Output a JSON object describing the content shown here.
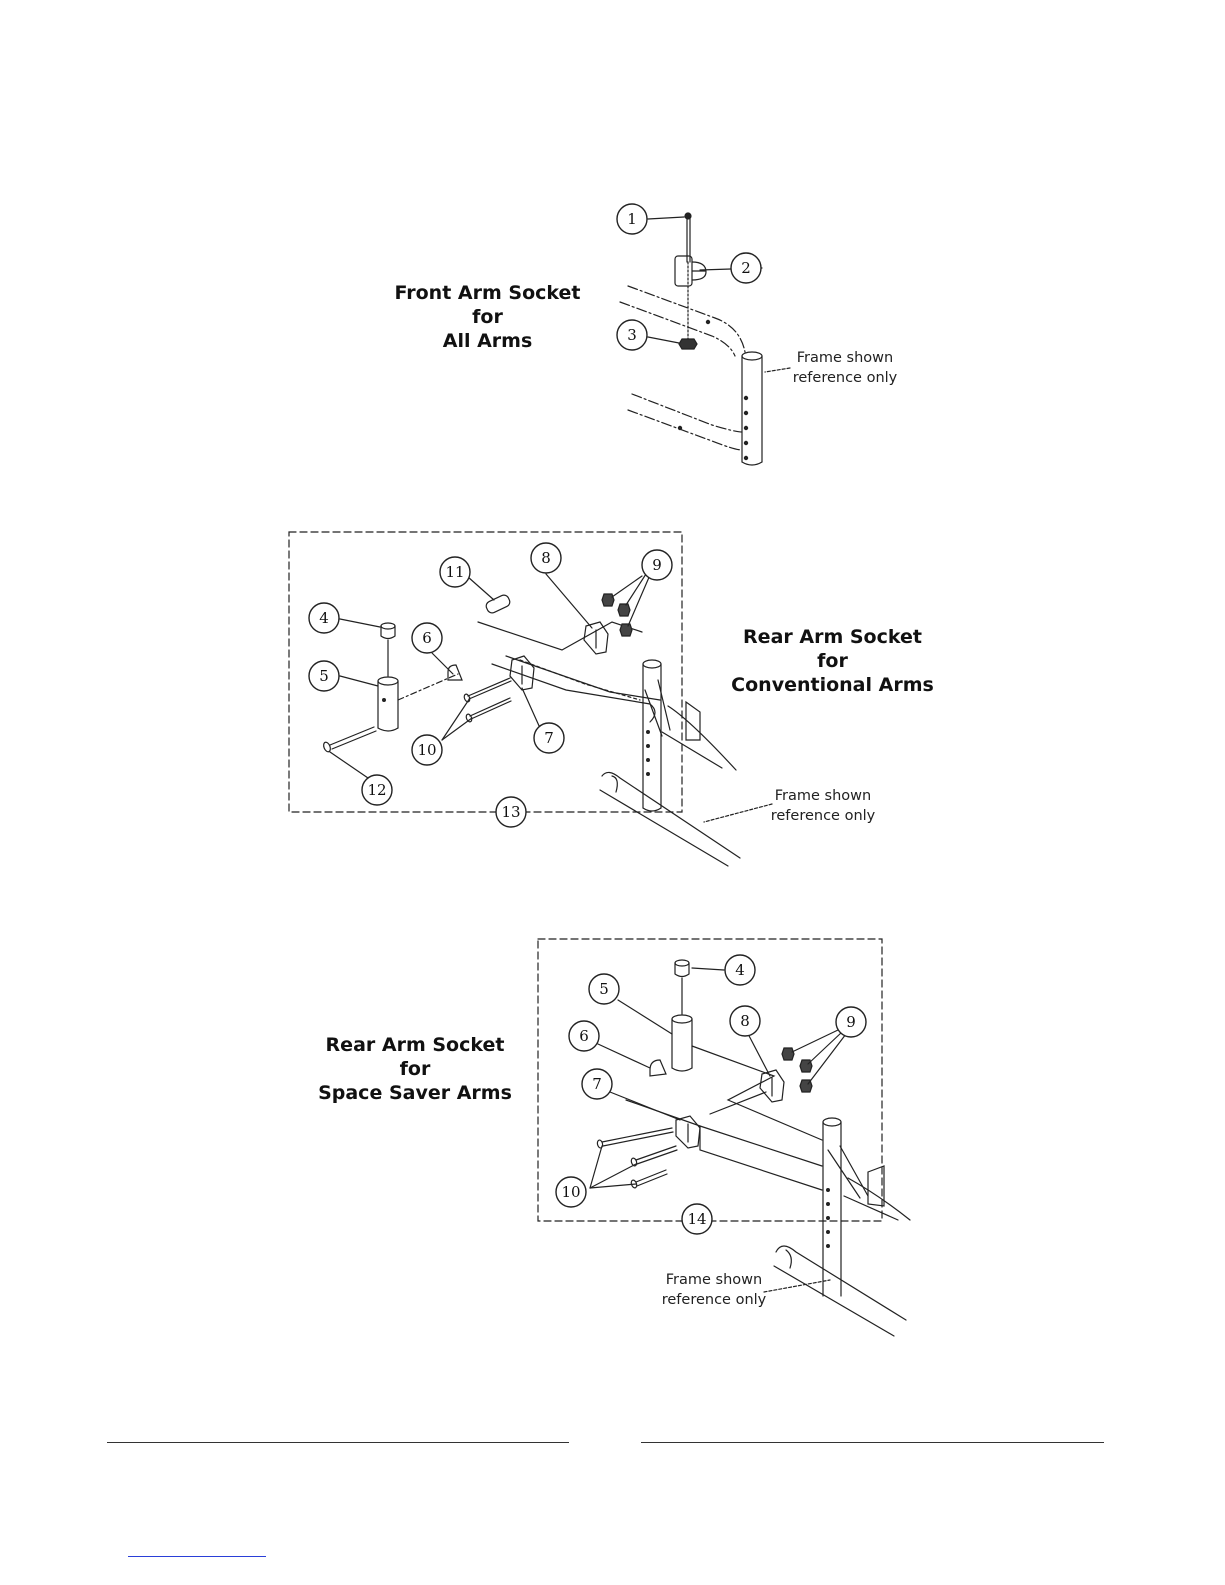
{
  "headings": {
    "front": [
      "Front  Arm Socket",
      "for",
      "All Arms"
    ],
    "rear_conventional": [
      "Rear Arm Socket",
      "for",
      "Conventional Arms"
    ],
    "rear_space_saver": [
      "Rear Arm Socket",
      "for",
      "Space Saver Arms"
    ]
  },
  "frame_note": [
    "Frame shown",
    "reference only"
  ],
  "callouts": {
    "front": [
      "1",
      "2",
      "3"
    ],
    "conventional": [
      "4",
      "5",
      "6",
      "7",
      "8",
      "9",
      "10",
      "11",
      "12",
      "13"
    ],
    "space_saver": [
      "4",
      "5",
      "6",
      "7",
      "8",
      "9",
      "10",
      "14"
    ]
  },
  "colors": {
    "ink": "#222222",
    "link": "#2a3fd8"
  }
}
